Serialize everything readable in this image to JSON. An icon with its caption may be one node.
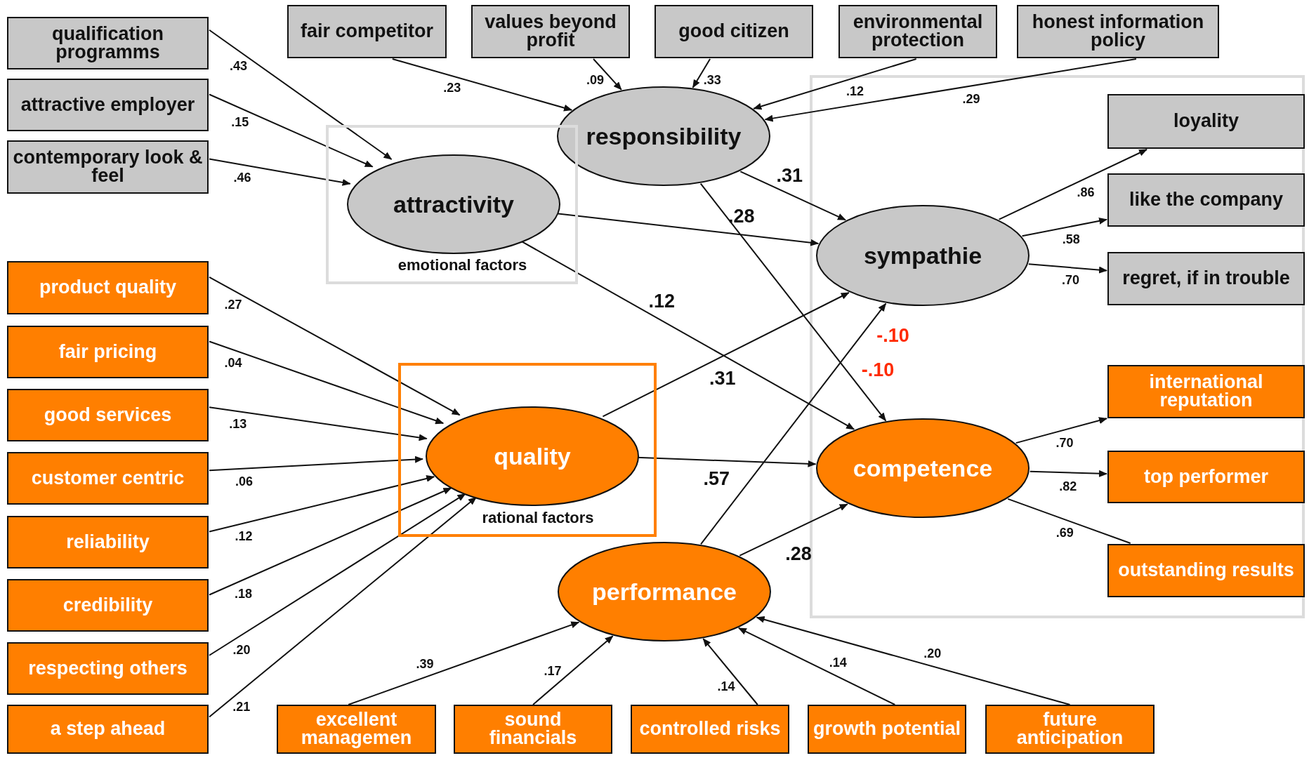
{
  "diagram": {
    "nodes": [
      {
        "text": [
          "qualification programms"
        ]
      },
      {
        "text": [
          "attractive employer"
        ]
      },
      {
        "text": [
          "contemporary look & feel"
        ]
      },
      {
        "text": [
          "fair competitor"
        ]
      },
      {
        "text": [
          "values beyond profit"
        ]
      },
      {
        "text": [
          "good citizen"
        ]
      },
      {
        "text": [
          "environmental protection"
        ]
      },
      {
        "text": [
          "honest information policy"
        ]
      },
      {
        "text": [
          "responsibility"
        ]
      },
      {
        "text": [
          "emotional factors"
        ]
      },
      {
        "text": [
          "attractivity"
        ],
        "in": 9
      },
      {
        "text": [
          "loyality"
        ]
      },
      {
        "text": [
          "sympathie"
        ]
      },
      {
        "text": [
          "like the company"
        ]
      },
      {
        "text": [
          "regret, if in trouble"
        ]
      },
      {
        "text": [
          "product quality"
        ]
      },
      {
        "text": [
          "fair pricing"
        ]
      },
      {
        "text": [
          "good services"
        ]
      },
      {
        "text": [
          "customer centric"
        ]
      },
      {
        "text": [
          "rational factors"
        ]
      },
      {
        "text": [
          "quality"
        ],
        "in": 19
      },
      {
        "text": [
          "reliability"
        ]
      },
      {
        "text": [
          "credibility"
        ]
      },
      {
        "text": [
          "international reputation"
        ]
      },
      {
        "text": [
          "competence"
        ]
      },
      {
        "text": [
          "top performer"
        ]
      },
      {
        "text": [
          "outstanding results"
        ]
      },
      {
        "text": [
          "respecting others"
        ]
      },
      {
        "text": [
          "performance"
        ]
      },
      {
        "text": [
          "a step ahead"
        ]
      },
      {
        "text": [
          "excellent managemen"
        ]
      },
      {
        "text": [
          "sound financials"
        ]
      },
      {
        "text": [
          "controlled risks"
        ]
      },
      {
        "text": [
          "growth potential"
        ]
      },
      {
        "text": [
          "future anticipation"
        ]
      }
    ],
    "edges": [
      {
        "from": 0,
        "to": 10,
        "arrow": "to",
        "label": ".43"
      },
      {
        "from": 1,
        "to": 10,
        "arrow": "to",
        "label": ".15"
      },
      {
        "from": 2,
        "to": 10,
        "arrow": "to",
        "label": ".46"
      },
      {
        "from": 3,
        "to": 8,
        "arrow": "to",
        "label": ".23"
      },
      {
        "from": 4,
        "to": 8,
        "arrow": "to",
        "label": ".09"
      },
      {
        "from": 5,
        "to": 8,
        "arrow": "to",
        "label": ".33"
      },
      {
        "from": 6,
        "to": 8,
        "arrow": "to",
        "label": ".12"
      },
      {
        "from": 7,
        "to": 8,
        "arrow": "to",
        "label": ".29"
      },
      {
        "from": 8,
        "to": 12,
        "arrow": "to",
        "label": ".31"
      },
      {
        "from": 10,
        "to": 12,
        "arrow": "to",
        "label": ".28"
      },
      {
        "from": 10,
        "to": 24,
        "arrow": "to",
        "label": ".12"
      },
      {
        "from": 8,
        "to": 24,
        "arrow": "to",
        "label": "-.10"
      },
      {
        "from": 20,
        "to": 12,
        "arrow": "to",
        "label": ".31"
      },
      {
        "from": 20,
        "to": 24,
        "arrow": "to",
        "label": ".57"
      },
      {
        "from": 28,
        "to": 12,
        "arrow": "to",
        "label": "-.10"
      },
      {
        "from": 28,
        "to": 24,
        "arrow": "to",
        "label": ".28"
      },
      {
        "from": 15,
        "to": 20,
        "arrow": "to",
        "label": ".27"
      },
      {
        "from": 16,
        "to": 20,
        "arrow": "to",
        "label": ".04"
      },
      {
        "from": 17,
        "to": 20,
        "arrow": "to",
        "label": ".13"
      },
      {
        "from": 18,
        "to": 20,
        "arrow": "to",
        "label": ".06"
      },
      {
        "from": 21,
        "to": 20,
        "arrow": "to",
        "label": ".12"
      },
      {
        "from": 22,
        "to": 20,
        "arrow": "to",
        "label": ".18"
      },
      {
        "from": 27,
        "to": 20,
        "arrow": "to",
        "label": ".20"
      },
      {
        "from": 29,
        "to": 20,
        "arrow": "to",
        "label": ".21"
      },
      {
        "from": 12,
        "to": 11,
        "arrow": "to",
        "label": ".86"
      },
      {
        "from": 12,
        "to": 13,
        "arrow": "to",
        "label": ".58"
      },
      {
        "from": 12,
        "to": 14,
        "arrow": "to",
        "label": ".70"
      },
      {
        "from": 24,
        "to": 23,
        "arrow": "to",
        "label": ".70"
      },
      {
        "from": 24,
        "to": 25,
        "arrow": "to",
        "label": ".82"
      },
      {
        "from": 24,
        "to": 26,
        "arrow": "none",
        "label": ".69"
      },
      {
        "from": 30,
        "to": 28,
        "arrow": "to",
        "label": ".39"
      },
      {
        "from": 31,
        "to": 28,
        "arrow": "to",
        "label": ".17"
      },
      {
        "from": 32,
        "to": 28,
        "arrow": "to",
        "label": ".14"
      },
      {
        "from": 33,
        "to": 28,
        "arrow": "to",
        "label": ".14"
      },
      {
        "from": 34,
        "to": 28,
        "arrow": "to",
        "label": ".20"
      }
    ]
  }
}
